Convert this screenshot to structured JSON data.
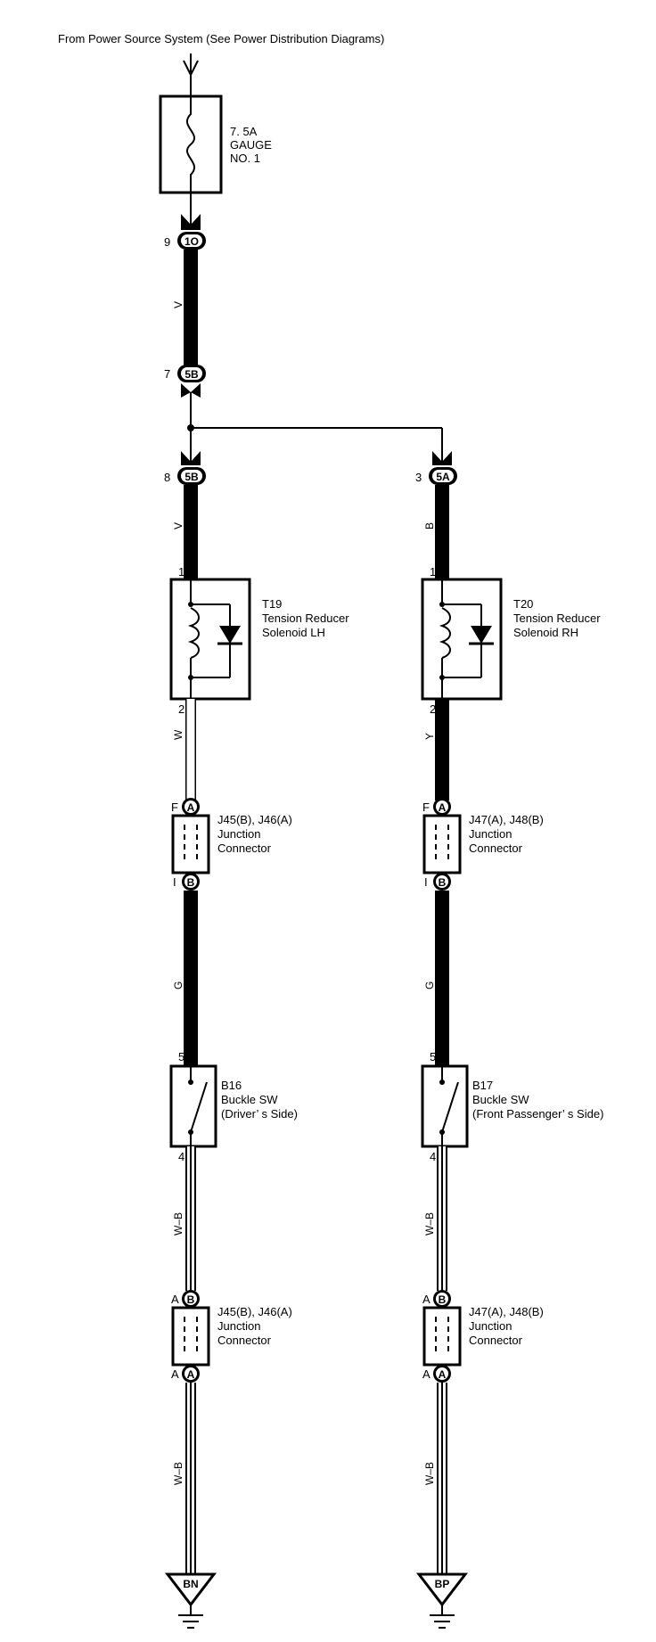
{
  "header": {
    "source": "From Power Source System (See Power Distribution Diagrams)"
  },
  "fuse": {
    "line1": "7. 5A",
    "line2": "GAUGE",
    "line3": "NO. 1"
  },
  "connectors": {
    "c1": {
      "pin": "9",
      "id": "1O"
    },
    "c2": {
      "pin": "7",
      "id": "5B"
    },
    "c3": {
      "pin": "8",
      "id": "5B"
    },
    "c4": {
      "pin": "3",
      "id": "5A"
    }
  },
  "wires": {
    "top": "V",
    "lh_top": "V",
    "rh_top": "B",
    "lh_mid": "W",
    "rh_mid": "Y",
    "lh_g": "G",
    "rh_g": "G",
    "lh_wb1": "W–B",
    "rh_wb1": "W–B",
    "lh_wb2": "W–B",
    "rh_wb2": "W–B"
  },
  "solenoid_lh": {
    "code": "T19",
    "line1": "Tension Reducer",
    "line2": "Solenoid LH",
    "pin_top": "1",
    "pin_bottom": "2"
  },
  "solenoid_rh": {
    "code": "T20",
    "line1": "Tension Reducer",
    "line2": "Solenoid RH",
    "pin_top": "1",
    "pin_bottom": "2"
  },
  "junction_lh1": {
    "title": "J45(B), J46(A)",
    "line1": "Junction",
    "line2": "Connector",
    "pin_top": "F",
    "conn_top": "A",
    "pin_bottom": "I",
    "conn_bottom": "B"
  },
  "junction_rh1": {
    "title": "J47(A), J48(B)",
    "line1": "Junction",
    "line2": "Connector",
    "pin_top": "F",
    "conn_top": "A",
    "pin_bottom": "I",
    "conn_bottom": "B"
  },
  "switch_lh": {
    "code": "B16",
    "line1": "Buckle SW",
    "line2": "(Driver’ s Side)",
    "pin_top": "5",
    "pin_bottom": "4"
  },
  "switch_rh": {
    "code": "B17",
    "line1": "Buckle SW",
    "line2": "(Front Passenger’ s Side)",
    "pin_top": "5",
    "pin_bottom": "4"
  },
  "junction_lh2": {
    "title": "J45(B), J46(A)",
    "line1": "Junction",
    "line2": "Connector",
    "pin_top": "A",
    "conn_top": "B",
    "pin_bottom": "A",
    "conn_bottom": "A"
  },
  "junction_rh2": {
    "title": "J47(A), J48(B)",
    "line1": "Junction",
    "line2": "Connector",
    "pin_top": "A",
    "conn_top": "B",
    "pin_bottom": "A",
    "conn_bottom": "A"
  },
  "ground_lh": {
    "id": "BN"
  },
  "ground_rh": {
    "id": "BP"
  }
}
